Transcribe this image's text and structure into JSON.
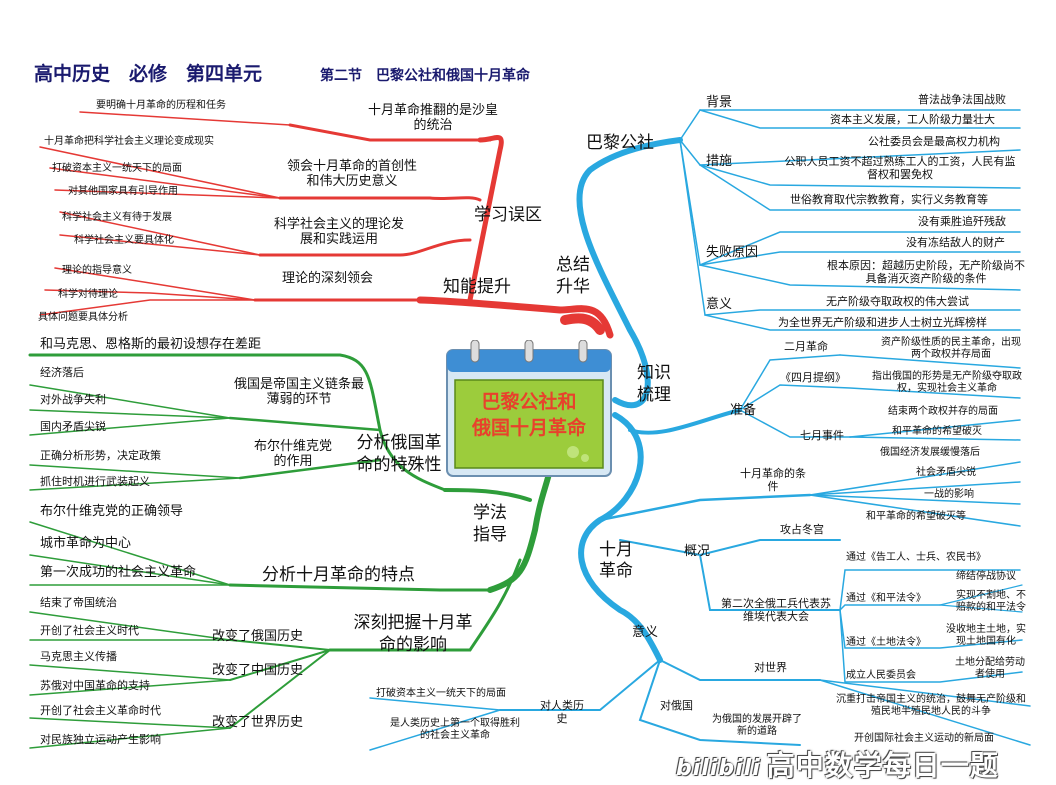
{
  "header": {
    "title": "高中历史　必修　第四单元",
    "subtitle": "第二节　巴黎公社和俄国十月革命"
  },
  "center": {
    "line1": "巴黎公社和",
    "line2": "俄国十月革命"
  },
  "colors": {
    "red": "#e53935",
    "blue": "#29a8e0",
    "green": "#2e9d3a",
    "title": "#1a1a6e",
    "card_fill": "#9ccc3c",
    "card_text": "#e8412c"
  },
  "branches": {
    "red": {
      "main": "知能提升",
      "summary": "总结升华",
      "mistake": "学习误区",
      "n1": "十月革命推翻的是沙皇的统治",
      "n1_leaf": "要明确十月革命的历程和任务",
      "n2": "领会十月革命的首创性和伟大历史意义",
      "n2_leaves": [
        "十月革命把科学社会主义理论变成现实",
        "打破资本主义一统天下的局面",
        "对其他国家具有引导作用"
      ],
      "n3": "科学社会主义的理论发展和实践运用",
      "n3_leaves": [
        "科学社会主义有待于发展",
        "科学社会主义要具体化"
      ],
      "n4": "理论的深刻领会",
      "n4_leaves": [
        "理论的指导意义",
        "科学对待理论",
        "具体问题要具体分析"
      ]
    },
    "blue": {
      "main": "知识梳理",
      "paris": "巴黎公社",
      "bg": "背景",
      "bg_leaves": [
        "普法战争法国战败",
        "资本主义发展，工人阶级力量壮大"
      ],
      "measure": "措施",
      "measure_leaves": [
        "公社委员会是最高权力机构",
        "公职人员工资不超过熟练工人的工资，人民有监督权和罢免权",
        "世俗教育取代宗教教育，实行义务教育等"
      ],
      "fail": "失败原因",
      "fail_leaves": [
        "没有乘胜追歼残敌",
        "没有冻结敌人的财产",
        "根本原因：超越历史阶段，无产阶级尚不具备消灭资产阶级的条件"
      ],
      "sig": "意义",
      "sig_leaves": [
        "无产阶级夺取政权的伟大尝试",
        "为全世界无产阶级和进步人士树立光辉榜样"
      ],
      "oct": "十月革命",
      "prep": "准备",
      "feb": "二月革命",
      "feb_leaf": "资产阶级性质的民主革命，出现两个政权并存局面",
      "april": "《四月提纲》",
      "april_leaf": "指出俄国的形势是无产阶级夺取政权，实现社会主义革命",
      "july": "七月事件",
      "july_leaves": [
        "结束两个政权并存的局面",
        "和平革命的希望破灭"
      ],
      "cond": "十月革命的条件",
      "cond_leaves": [
        "俄国经济发展缓慢落后",
        "社会矛盾尖锐",
        "一战的影响",
        "和平革命的希望破灭等"
      ],
      "overview": "概况",
      "storm": "攻占冬宫",
      "congress": "第二次全俄工兵代表苏维埃代表大会",
      "pass1": "通过《告工人、士兵、农民书》",
      "pass2": "通过《和平法令》",
      "pass2_leaves": [
        "缔结停战协议",
        "实现不割地、不赔款的和平法令"
      ],
      "pass3": "通过《土地法令》",
      "pass3_leaf": "没收地主土地，实现土地国有化",
      "committee": "成立人民委员会",
      "committee_leaf": "土地分配给劳动者使用",
      "oct_sig": "意义",
      "world": "对世界",
      "world_leaves": [
        "沉重打击帝国主义的统治，鼓舞无产阶级和殖民地半殖民地人民的斗争",
        "开创国际社会主义运动的新局面"
      ],
      "russia": "对俄国",
      "russia_leaf": "为俄国的发展开辟了新的道路",
      "human": "对人类历史",
      "human_leaves": [
        "打破资本主义一统天下的局面",
        "是人类历史上第一个取得胜利的社会主义革命"
      ]
    },
    "green": {
      "main": "学法指导",
      "sp": "分析俄国革命的特殊性",
      "sp_top": "和马克思、恩格斯的最初设想存在差距",
      "weak": "俄国是帝国主义链条最薄弱的环节",
      "weak_leaves": [
        "经济落后",
        "对外战争失利",
        "国内矛盾尖锐"
      ],
      "bol": "布尔什维克党的作用",
      "bol_leaves": [
        "正确分析形势，决定政策",
        "抓住时机进行武装起义"
      ],
      "feat": "分析十月革命的特点",
      "feat_leaves": [
        "布尔什维克党的正确领导",
        "城市革命为中心",
        "第一次成功的社会主义革命"
      ],
      "impact": "深刻把握十月革命的影响",
      "r1": "改变了俄国历史",
      "r1_leaves": [
        "结束了帝国统治",
        "开创了社会主义时代"
      ],
      "r2": "改变了中国历史",
      "r2_leaves": [
        "马克思主义传播",
        "苏俄对中国革命的支持"
      ],
      "r3": "改变了世界历史",
      "r3_leaves": [
        "开创了社会主义革命时代",
        "对民族独立运动产生影响"
      ]
    }
  },
  "watermark": {
    "logo": "bilibili",
    "text": "高中数学每日一题"
  }
}
